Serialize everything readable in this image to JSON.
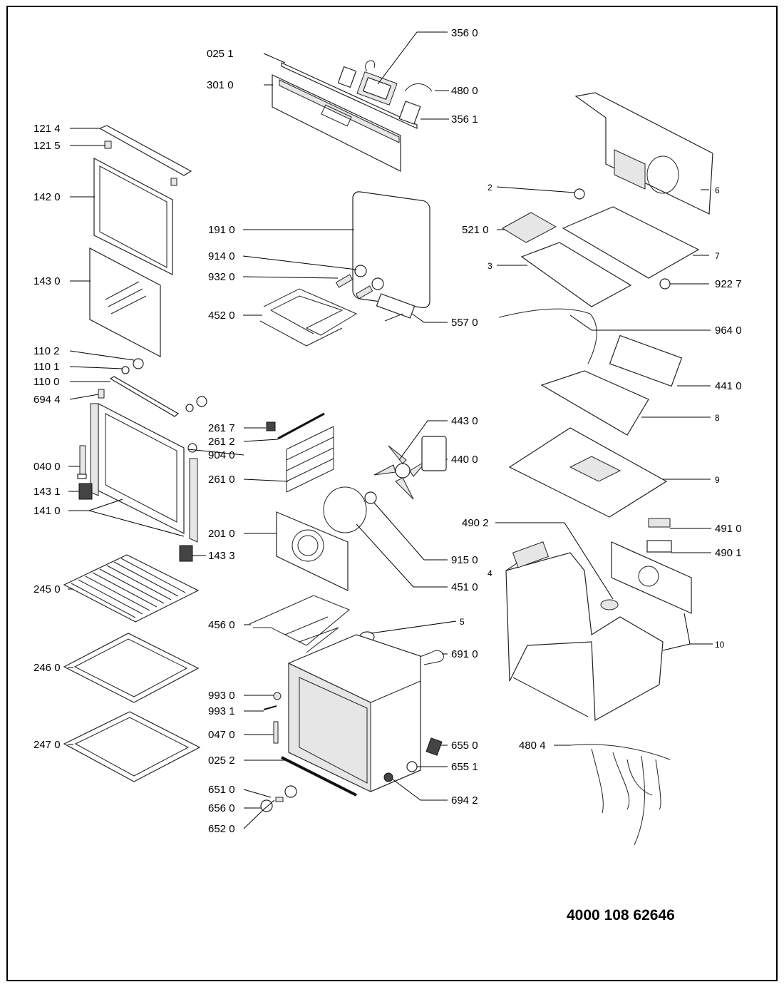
{
  "document_number": "4000 108 62646",
  "callouts": {
    "c_0251": "025 1",
    "c_3010": "301 0",
    "c_3560": "356 0",
    "c_4800": "480 0",
    "c_3561": "356 1",
    "c_1214": "121 4",
    "c_1215": "121 5",
    "c_1420": "142 0",
    "c_1430": "143 0",
    "c_1102": "110 2",
    "c_1101": "110 1",
    "c_1100": "110 0",
    "c_6944": "694 4",
    "c_0400": "040 0",
    "c_1431": "143 1",
    "c_1410": "141 0",
    "c_1433": "143 3",
    "c_2450": "245 0",
    "c_2460": "246 0",
    "c_2470": "247 0",
    "c_1910": "191 0",
    "c_9140": "914 0",
    "c_9320": "932 0",
    "c_4520": "452 0",
    "c_5570": "557 0",
    "c_2617": "261 7",
    "c_2612": "261 2",
    "c_9040": "904 0",
    "c_2610": "261 0",
    "c_2010": "201 0",
    "c_4430": "443 0",
    "c_4400": "440 0",
    "c_9150": "915 0",
    "c_4510": "451 0",
    "c_4560": "456 0",
    "c_5": "5",
    "c_6910": "691 0",
    "c_9930": "993 0",
    "c_9931": "993 1",
    "c_0470": "047 0",
    "c_0252": "025 2",
    "c_6550": "655 0",
    "c_6551": "655 1",
    "c_6942": "694 2",
    "c_6510": "651 0",
    "c_6560": "656 0",
    "c_6520": "652 0",
    "c_2": "2",
    "c_6": "6",
    "c_5210": "521 0",
    "c_3": "3",
    "c_7": "7",
    "c_9227": "922 7",
    "c_9640": "964 0",
    "c_4410": "441 0",
    "c_8": "8",
    "c_9": "9",
    "c_4902": "490 2",
    "c_4910": "491 0",
    "c_4901": "490 1",
    "c_4": "4",
    "c_10": "10",
    "c_4804": "480 4"
  }
}
